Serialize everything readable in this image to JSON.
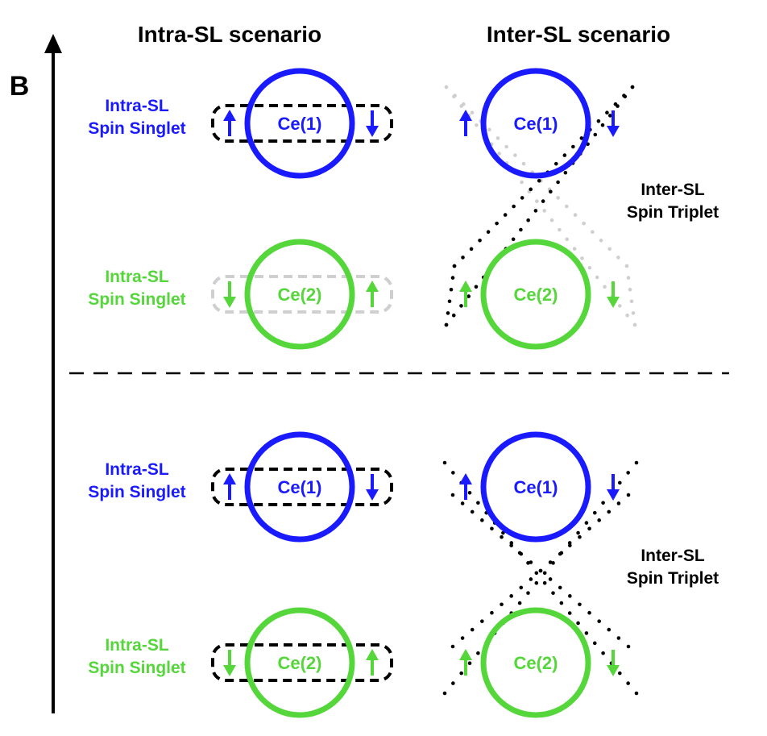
{
  "headers": {
    "intra": "Intra-SL scenario",
    "inter": "Inter-SL scenario"
  },
  "axis_label": "B",
  "colors": {
    "ce1": "#1a1aff",
    "ce2": "#55d63a",
    "black": "#000000",
    "gray": "#cfcfcf"
  },
  "panels": {
    "top": {
      "intra": {
        "ce1": {
          "label_line1": "Intra-SL",
          "label_line2": "Spin Singlet",
          "atom": "Ce(1)",
          "left_spin": "up",
          "right_spin": "down",
          "box_style": "black-dashed"
        },
        "ce2": {
          "label_line1": "Intra-SL",
          "label_line2": "Spin Singlet",
          "atom": "Ce(2)",
          "left_spin": "down",
          "right_spin": "up",
          "box_style": "gray-dashed"
        }
      },
      "inter": {
        "ce1": {
          "atom": "Ce(1)",
          "left_spin": "up",
          "right_spin": "down"
        },
        "ce2": {
          "atom": "Ce(2)",
          "left_spin": "up",
          "right_spin": "down"
        },
        "label_line1": "Inter-SL",
        "label_line2": "Spin Triplet"
      }
    },
    "bottom": {
      "intra": {
        "ce1": {
          "label_line1": "Intra-SL",
          "label_line2": "Spin Singlet",
          "atom": "Ce(1)",
          "left_spin": "up",
          "right_spin": "down",
          "box_style": "black-dashed"
        },
        "ce2": {
          "label_line1": "Intra-SL",
          "label_line2": "Spin Singlet",
          "atom": "Ce(2)",
          "left_spin": "down",
          "right_spin": "up",
          "box_style": "black-dashed"
        }
      },
      "inter": {
        "ce1": {
          "atom": "Ce(1)",
          "left_spin": "up",
          "right_spin": "down"
        },
        "ce2": {
          "atom": "Ce(2)",
          "left_spin": "up",
          "right_spin": "down"
        },
        "label_line1": "Inter-SL",
        "label_line2": "Spin Triplet"
      }
    }
  }
}
